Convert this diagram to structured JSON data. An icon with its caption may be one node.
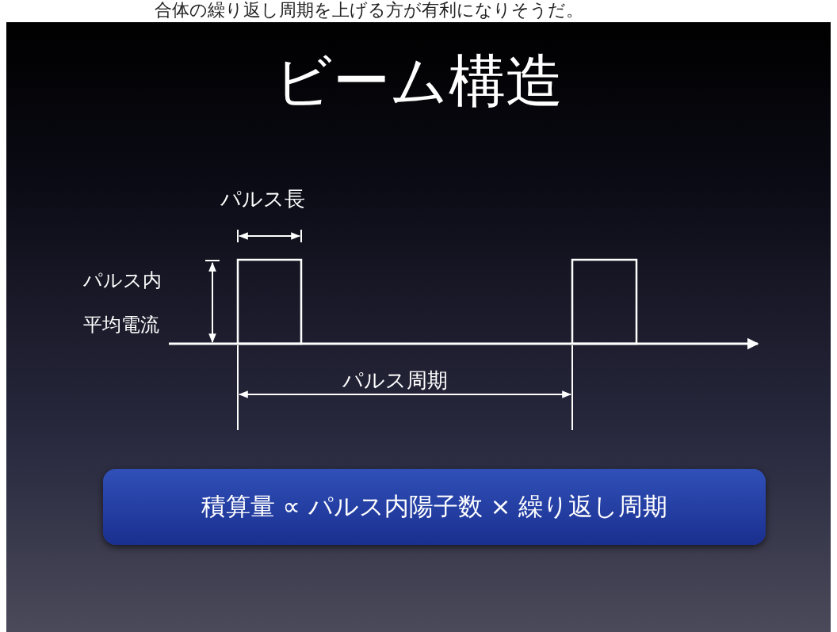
{
  "diagram": {
    "title": "ビーム構造",
    "nodes": [
      {
        "text": [
          "積算量 ∝ パルス内陽子数 × 繰り返し周期"
        ]
      }
    ],
    "labels": [
      "合体の繰り返し周期を上げる方が有利になりそうだ。",
      "パルス長",
      "パルス内平均電流",
      "パルス周期"
    ]
  }
}
